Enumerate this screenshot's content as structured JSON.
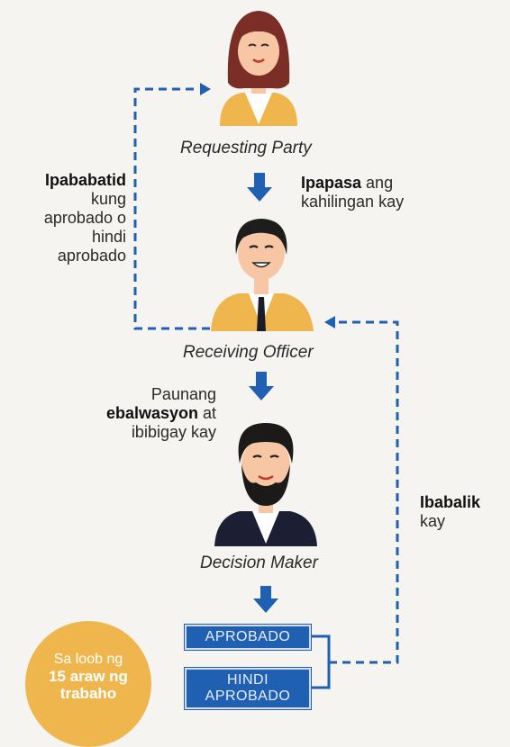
{
  "colors": {
    "blue": "#2060b2",
    "orange": "#f0b64e",
    "skin": "#f7c6a4"
  },
  "nodes": {
    "requesting": {
      "caption": "Requesting Party"
    },
    "receiving": {
      "caption": "Receiving Officer"
    },
    "decision": {
      "caption": "Decision Maker"
    }
  },
  "left_note": {
    "bold": "Ipababatid",
    "lines": [
      "kung",
      "aprobado o",
      "hindi",
      "aprobado"
    ]
  },
  "forward_note": {
    "bold": "Ipapasa",
    "rest": " ang",
    "line2": "kahilingan kay"
  },
  "eval_note": {
    "line1": "Paunang",
    "bold": "ebalwasyon",
    "rest": " at",
    "line3": "ibibigay kay"
  },
  "return_note": {
    "bold": "Ibabalik",
    "line2": "kay"
  },
  "outcomes": {
    "approved": "APROBADO",
    "not_approved_1": "HINDI",
    "not_approved_2": "APROBADO"
  },
  "badge": {
    "line1": "Sa loob ng",
    "line2": "15 araw ng",
    "line3": "trabaho"
  }
}
